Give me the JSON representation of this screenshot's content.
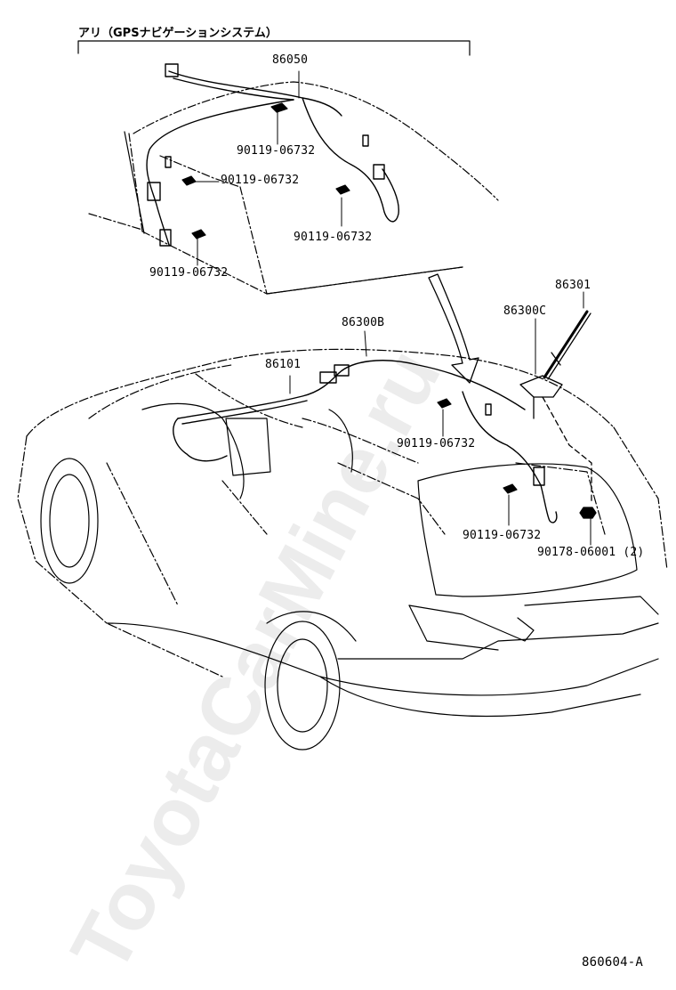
{
  "header": {
    "option_label": "アリ（GPSナビゲーションシステム）"
  },
  "parts": {
    "p86050": "86050",
    "p86301": "86301",
    "p86300C": "86300C",
    "p86300B": "86300B",
    "p86101": "86101",
    "bolt_a": "90119-06732",
    "bolt_b": "90119-06732",
    "bolt_c": "90119-06732",
    "bolt_d": "90119-06732",
    "bolt_e": "90119-06732",
    "bolt_f": "90119-06732",
    "nut": "90178-06001 (2)"
  },
  "footer": {
    "diagram_code": "860604-A"
  },
  "watermark": "ToyotaCarMine.ru"
}
